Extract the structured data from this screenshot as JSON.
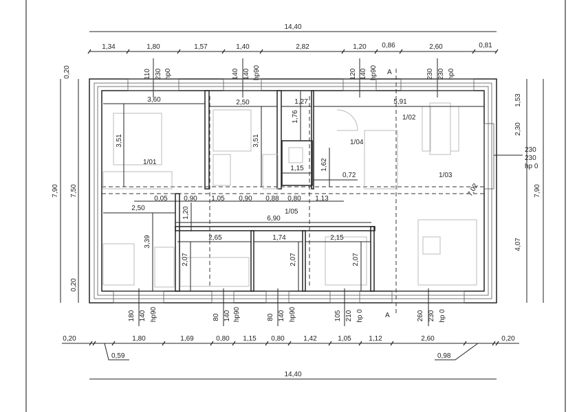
{
  "overall": {
    "top": "14,40",
    "bottom": "14,40",
    "left": "7,90",
    "right": "7,90"
  },
  "top_dims": [
    "1,34",
    "1,80",
    "1,57",
    "1,40",
    "2,82",
    "1,20",
    "0,86",
    "2,60",
    "0,81"
  ],
  "bottom_dims": [
    "0,20",
    "1,80",
    "1,69",
    "0,80",
    "1,15",
    "0,80",
    "1,42",
    "1,05",
    "1,12",
    "2,60",
    "0,20"
  ],
  "bottom_callouts": [
    "0,59",
    "0,98"
  ],
  "left_dims": [
    "0,20",
    "7,50",
    "0,20"
  ],
  "right_dims": [
    "1,53",
    "2,30",
    "4,07"
  ],
  "right_window": [
    "230",
    "hp 0"
  ],
  "top_windows": [
    [
      "110",
      "230",
      "hp0"
    ],
    [
      "140",
      "140",
      "hp90"
    ],
    [
      "120",
      "140",
      "hp90"
    ],
    [
      "230",
      "230",
      "hp0"
    ]
  ],
  "bottom_windows": [
    [
      "180",
      "140",
      "hp90"
    ],
    [
      "80",
      "140",
      "hp90"
    ],
    [
      "80",
      "140",
      "hp90"
    ],
    [
      "105",
      "210",
      "hp 0"
    ],
    [
      "260",
      "230",
      "hp 0"
    ]
  ],
  "section_marker": "A",
  "rooms": [
    "1/01",
    "1/02",
    "1/03",
    "1/04",
    "1/05"
  ],
  "interior_dims": {
    "r101_w": "3,60",
    "r101_h": "3,51",
    "r_b_w": "2,50",
    "r_b_h": "3,51",
    "hall_w": "1,27",
    "hall_h": "1,76",
    "r102_w": "5,91",
    "wc_w": "1,15",
    "wc_h": "1,62",
    "door": "0,72",
    "r103_h": "7,02",
    "row": [
      "0,05",
      "0,90",
      "1,05",
      "0,90",
      "0,88",
      "0,80",
      "1,13"
    ],
    "bath_w": "2,50",
    "bath_h": "3,39",
    "corr_h": "1,20",
    "corr_w": "6,90",
    "s1_w": "2,65",
    "s2_w": "1,74",
    "s3_w": "2,15",
    "s_h": [
      "2,07",
      "2,07",
      "2,07"
    ]
  }
}
